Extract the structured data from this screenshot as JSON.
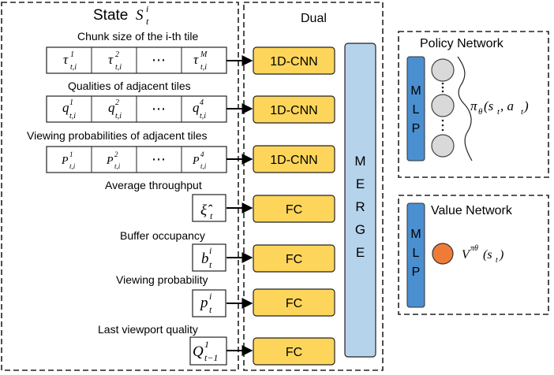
{
  "state_panel": {
    "title": "State",
    "title_symbol": "S",
    "title_sup": "i",
    "title_sub": "t"
  },
  "dual_panel": {
    "title": "Dual",
    "merge_label": [
      "M",
      "E",
      "R",
      "G",
      "E"
    ]
  },
  "rows": [
    {
      "label": "Chunk size of the i-th tile",
      "cells": [
        {
          "base": "τ",
          "sup": "1",
          "sub": "t,i"
        },
        {
          "base": "τ",
          "sup": "2",
          "sub": "t,i"
        },
        {
          "base": "⋯",
          "sup": "",
          "sub": ""
        },
        {
          "base": "τ",
          "sup": "M",
          "sub": "t,i"
        }
      ],
      "block": "1D-CNN"
    },
    {
      "label": "Qualities of adjacent tiles",
      "cells": [
        {
          "base": "q",
          "sup": "1",
          "sub": "t,i"
        },
        {
          "base": "q",
          "sup": "2",
          "sub": "t,i"
        },
        {
          "base": "⋯",
          "sup": "",
          "sub": ""
        },
        {
          "base": "q",
          "sup": "4",
          "sub": "t,i"
        }
      ],
      "block": "1D-CNN"
    },
    {
      "label": "Viewing probabilities of adjacent tiles",
      "cells": [
        {
          "base": "P",
          "sup": "1",
          "sub": "t,i"
        },
        {
          "base": "P",
          "sup": "2",
          "sub": "t,i"
        },
        {
          "base": "⋯",
          "sup": "",
          "sub": ""
        },
        {
          "base": "P",
          "sup": "4",
          "sub": "t,i"
        }
      ],
      "block": "1D-CNN"
    },
    {
      "label": "Average throughput",
      "cells": [
        {
          "base": "ξ̂",
          "sup": "",
          "sub": "t"
        }
      ],
      "block": "FC"
    },
    {
      "label": "Buffer occupancy",
      "cells": [
        {
          "base": "b",
          "sup": "i",
          "sub": "t"
        }
      ],
      "block": "FC"
    },
    {
      "label": "Viewing probability",
      "cells": [
        {
          "base": "p",
          "sup": "i",
          "sub": "t"
        }
      ],
      "block": "FC"
    },
    {
      "label": "Last viewport quality",
      "cells": [
        {
          "base": "Q",
          "sup": "1",
          "sub": "t−1"
        }
      ],
      "block": "FC"
    }
  ],
  "policy_network": {
    "title": "Policy Network",
    "mlp_label": [
      "M",
      "L",
      "P"
    ],
    "output": "πθ(st, at)",
    "output_parts": {
      "pi": "π",
      "theta": "θ",
      "args": "(s",
      "sub_t": "t",
      "comma": ", a",
      "sub_t2": "t",
      "close": ")"
    }
  },
  "value_network": {
    "title": "Value Network",
    "mlp_label": [
      "M",
      "L",
      "P"
    ],
    "output_parts": {
      "v": "V",
      "sup": "πθ",
      "args": "(s",
      "sub": "t",
      "close": ")"
    }
  },
  "colors": {
    "block_fill": "#fdd55a",
    "merge_fill": "#b6d3ec",
    "mlp_fill": "#4a8fd0",
    "value_node": "#ef7c36",
    "policy_node": "#d9d9d9"
  }
}
